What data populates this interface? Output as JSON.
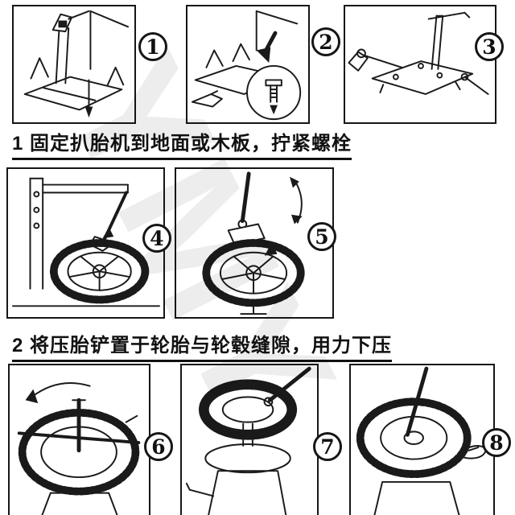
{
  "page": {
    "background": "#ffffff",
    "watermark": "YMY"
  },
  "steps": [
    {
      "caption": "1 固定扒胎机到地面或木板，拧紧螺栓",
      "panels": [
        {
          "number": "1"
        },
        {
          "number": "2"
        },
        {
          "number": "3"
        }
      ]
    },
    {
      "caption": "2 将压胎铲置于轮胎与轮毂缝隙，用力下压",
      "panels": [
        {
          "number": "4"
        },
        {
          "number": "5"
        }
      ]
    },
    {
      "panels": [
        {
          "number": "6"
        },
        {
          "number": "7"
        },
        {
          "number": "8"
        }
      ]
    }
  ]
}
